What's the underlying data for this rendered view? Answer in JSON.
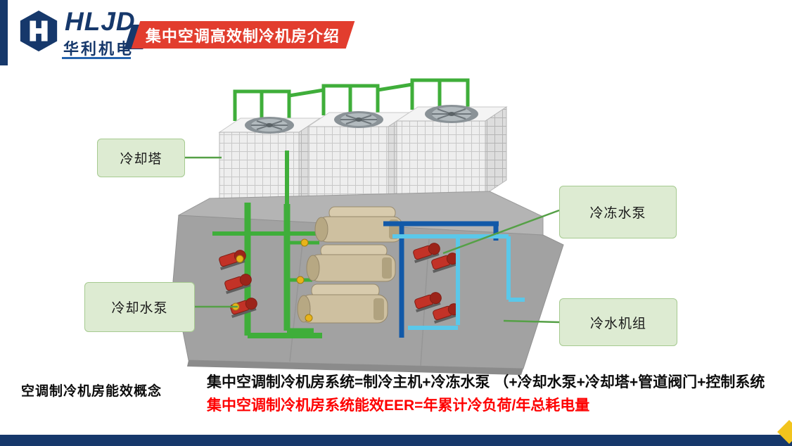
{
  "header": {
    "brand": "HLJD",
    "brand_sub": "华利机电",
    "banner_title": "集中空调高效制冷机房介绍",
    "logo_icon": "hljd-hexagon-h-icon"
  },
  "diagram": {
    "labels": {
      "cooling_tower": "冷却塔",
      "chilled_water_pump": "冷冻水泵",
      "cooling_water_pump": "冷却水泵",
      "chiller_unit": "冷水机组"
    }
  },
  "footer": {
    "concept_title": "空调制冷机房能效概念",
    "formula_line1": "集中空调制冷机房系统=制冷主机+冷冻水泵 （+冷却水泵+冷却塔+管道阀门+控制系统",
    "formula_line2": "集中空调制冷机房系统能效EER=年累计冷负荷/年总耗电量"
  },
  "colors": {
    "navy": "#16386b",
    "banner_red": "#e23d2e",
    "label_fill": "#ddebd2",
    "label_border": "#a6ca90",
    "pipe_green": "#3fae3a",
    "pipe_dark_blue": "#1259a8",
    "pipe_cyan": "#5ac8ea",
    "pump_red": "#c23227",
    "chiller_tan": "#cec0a0",
    "platform_gray": "#a2a2a2",
    "formula_red": "#fe0000",
    "accent_yellow": "#f2c41d",
    "logo_underline_blue": "#2563ae"
  }
}
